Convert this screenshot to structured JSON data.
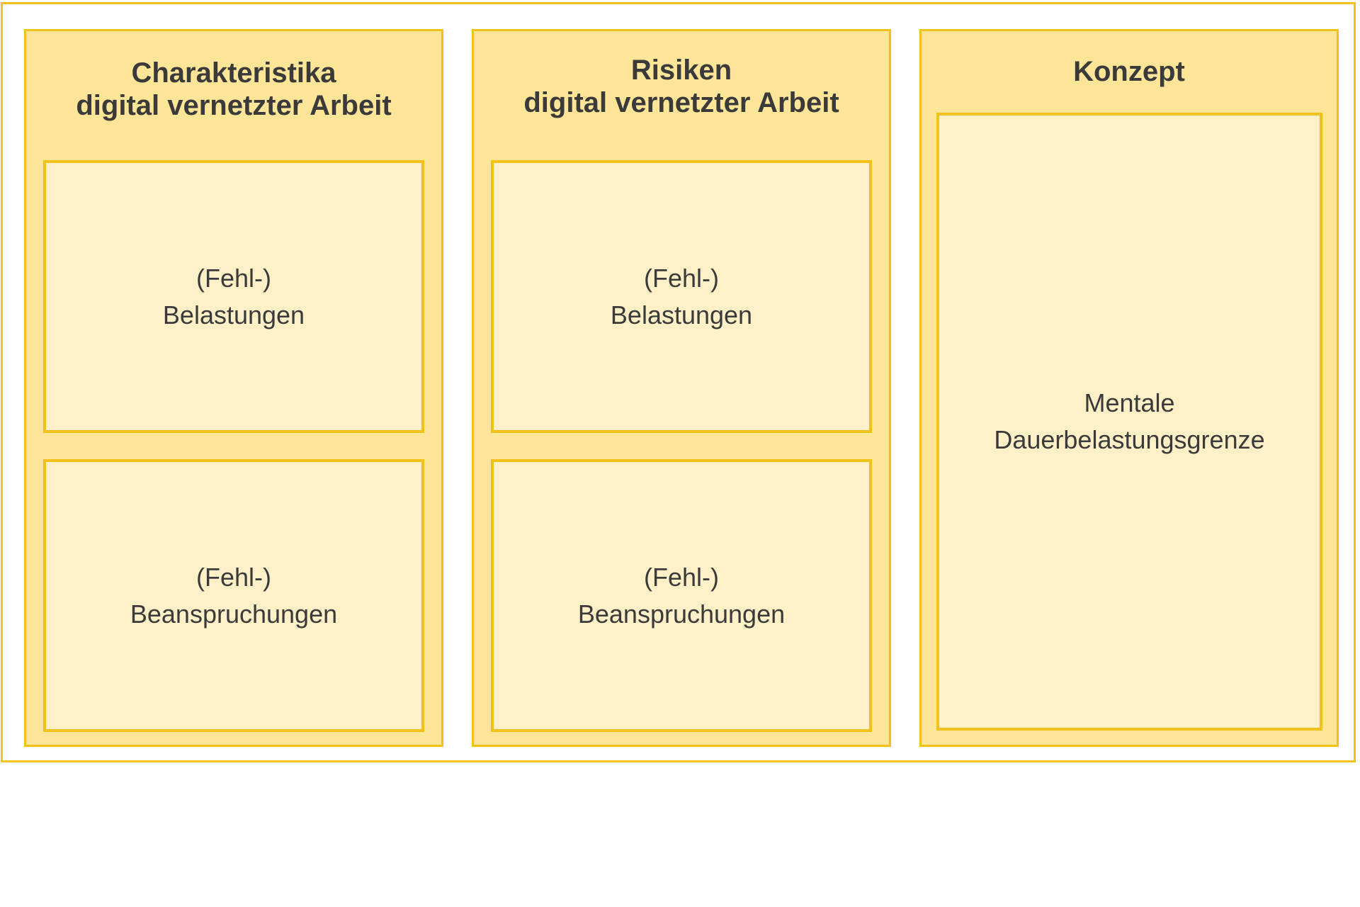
{
  "columns": [
    {
      "title_line1": "Charakteristika",
      "title_line2": "digital vernetzter Arbeit",
      "boxes": [
        {
          "line1": "(Fehl-)",
          "line2": "Belastungen"
        },
        {
          "line1": "(Fehl-)",
          "line2": "Beanspruchungen"
        }
      ]
    },
    {
      "title_line1": "Risiken",
      "title_line2": "digital vernetzter Arbeit",
      "boxes": [
        {
          "line1": "(Fehl-)",
          "line2": "Belastungen"
        },
        {
          "line1": "(Fehl-)",
          "line2": "Beanspruchungen"
        }
      ]
    },
    {
      "title_line1": "Konzept",
      "boxes": [
        {
          "line1": "Mentale",
          "line2": "Dauerbelastungsgrenze"
        }
      ]
    }
  ],
  "colors": {
    "border": "#f2c218",
    "column_fill": "#ffe597",
    "box_fill": "#fff0c7",
    "text": "#3a3a3a"
  }
}
